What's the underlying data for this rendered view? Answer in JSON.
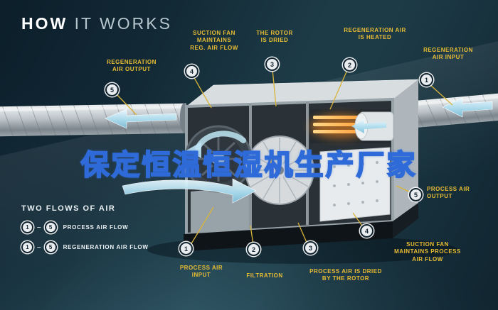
{
  "title": {
    "word_bold": "HOW",
    "word_light": "IT WORKS"
  },
  "watermark_text": "保定恒温恒湿机生产厂家",
  "callouts": {
    "reg_output": {
      "num": "5",
      "label": "REGENERATION\nAIR OUTPUT"
    },
    "suction_reg": {
      "num": "4",
      "label": "SUCTION FAN\nMAINTAINS\nREG. AIR FLOW"
    },
    "rotor_dried": {
      "num": "3",
      "label": "THE ROTOR\nIS DRIED"
    },
    "reg_heated": {
      "num": "2",
      "label": "REGENERATION AIR\nIS HEATED"
    },
    "reg_input": {
      "num": "1",
      "label": "REGENERATION\nAIR INPUT"
    },
    "process_output": {
      "num": "5",
      "label": "PROCESS AIR\nOUTPUT"
    },
    "suction_process": {
      "num": "4",
      "label": "SUCTION FAN\nMAINTAINS PROCESS\nAIR FLOW"
    },
    "process_dried": {
      "num": "3",
      "label": "PROCESS AIR IS DRIED\nBY THE ROTOR"
    },
    "filtration": {
      "num": "2",
      "label": "FILTRATION"
    },
    "process_input": {
      "num": "1",
      "label": "PROCESS AIR\nINPUT"
    }
  },
  "legend": {
    "title": "TWO FLOWS OF AIR",
    "rows": [
      {
        "from": "1",
        "to": "5",
        "separator": "–",
        "label": "PROCESS AIR FLOW"
      },
      {
        "from": "1",
        "to": "5",
        "separator": "–",
        "label": "REGENERATION AIR FLOW"
      }
    ]
  },
  "colors": {
    "background": "#1d3b47",
    "label_yellow": "#e8bd34",
    "arrow_cyan": "#a9dcf0",
    "heater_orange": "#ff9b2e",
    "watermark_fill": "#f6bf1c",
    "watermark_outline": "#2f6bd8"
  }
}
